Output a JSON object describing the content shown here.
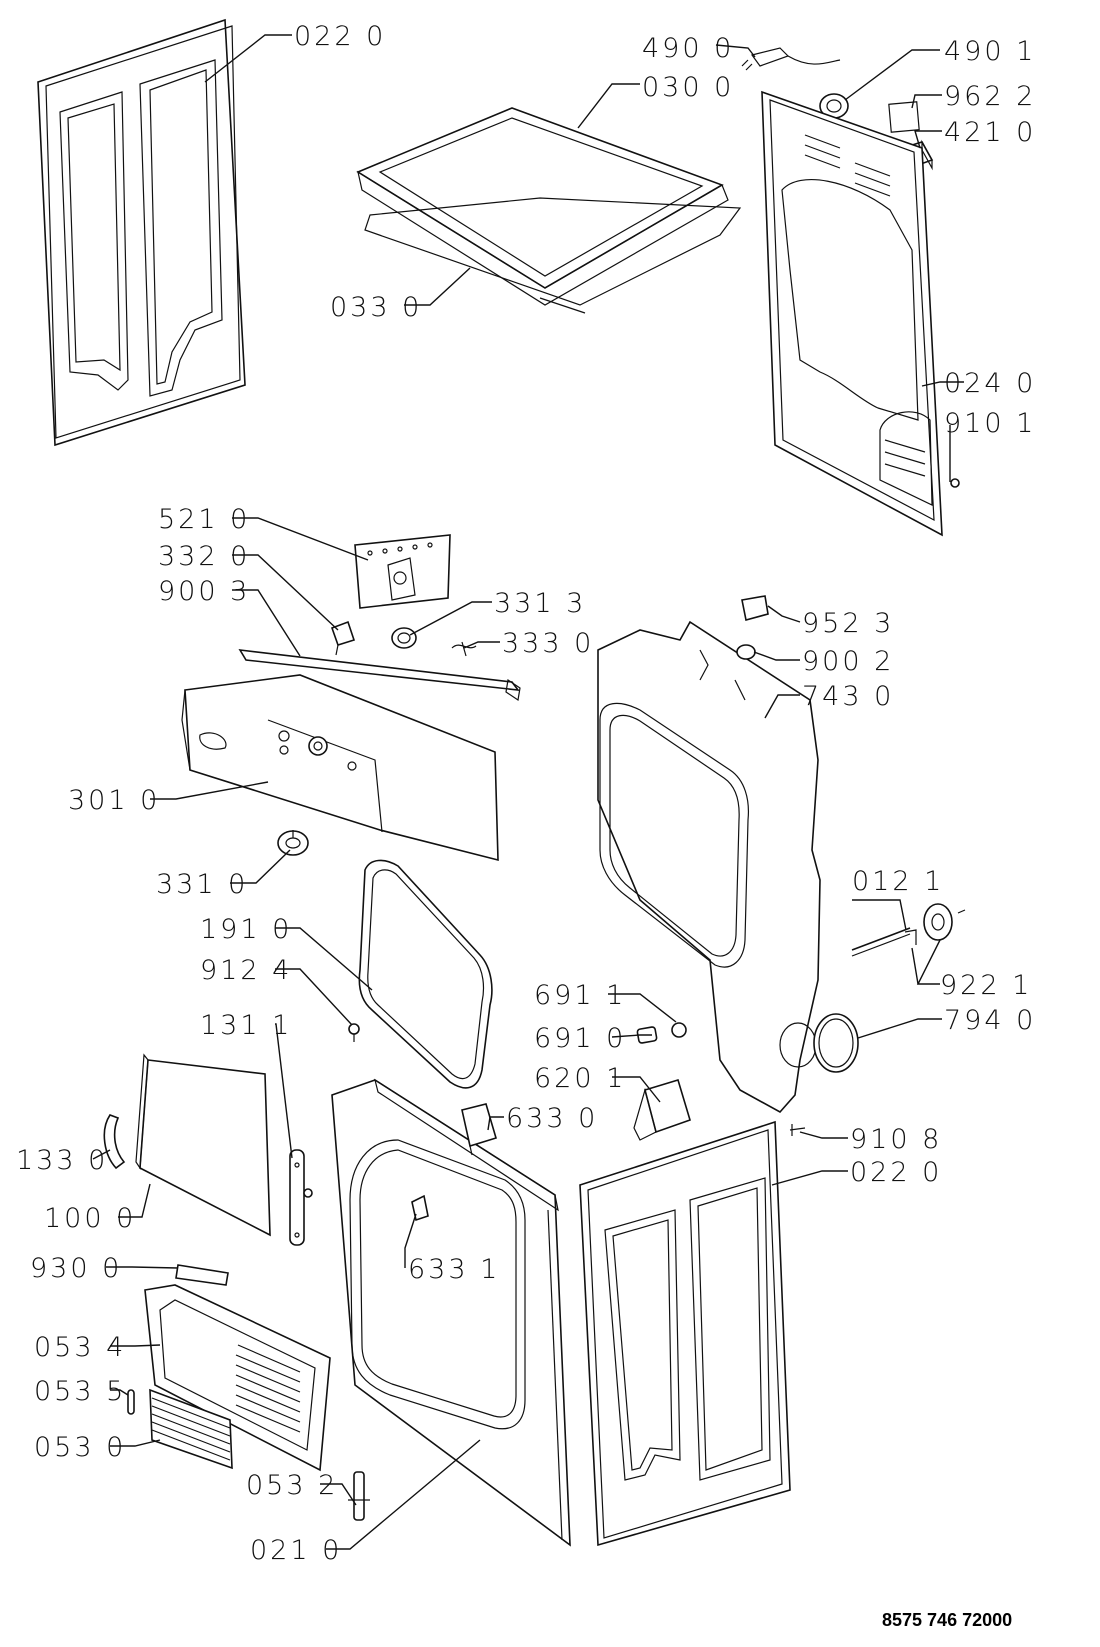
{
  "document_number": "8575 746 72000",
  "callouts": {
    "c01": "022 0",
    "c02": "030 0",
    "c03": "033 0",
    "c04": "490 0",
    "c05": "490 1",
    "c06": "962 2",
    "c07": "421 0",
    "c08": "024 0",
    "c09": "910 1",
    "c10": "521 0",
    "c11": "332 0",
    "c12": "900 3",
    "c13": "331 3",
    "c14": "333 0",
    "c15": "301 0",
    "c16": "331 0",
    "c17": "191 0",
    "c18": "912 4",
    "c19": "131 1",
    "c20": "133 0",
    "c21": "100 0",
    "c22": "930 0",
    "c23": "053 4",
    "c24": "053 5",
    "c25": "053 0",
    "c26": "053 2",
    "c27": "021 0",
    "c28": "633 1",
    "c29": "633 0",
    "c30": "691 1",
    "c31": "691 0",
    "c32": "620 1",
    "c33": "910 8",
    "c34": "022 0",
    "c35": "794 0",
    "c36": "922 1",
    "c37": "012 1",
    "c38": "952 3",
    "c39": "900 2",
    "c40": "743 0"
  }
}
